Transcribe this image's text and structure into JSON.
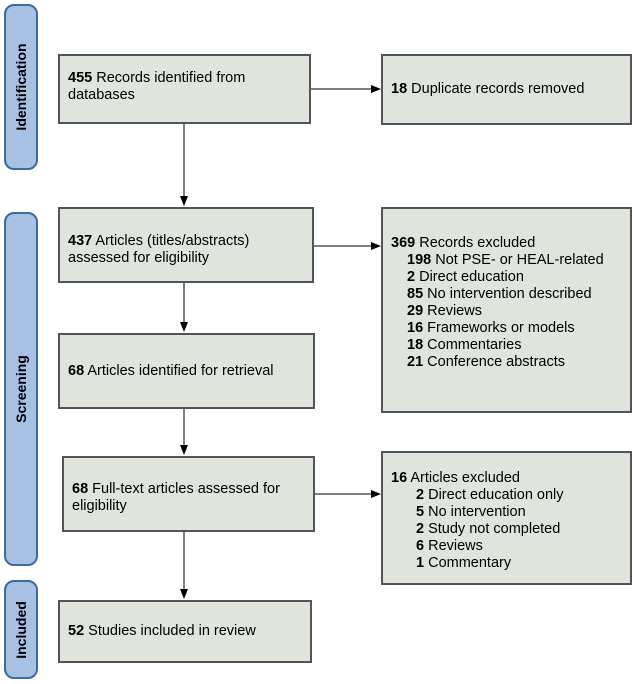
{
  "phases": {
    "identification": "Identification",
    "screening": "Screening",
    "included": "Included"
  },
  "records_identified": {
    "count": "455",
    "text": " Records identified from databases"
  },
  "duplicates_removed": {
    "count": "18",
    "text": " Duplicate records removed"
  },
  "assessed_titles": {
    "count": "437",
    "text": " Articles (titles/abstracts) assessed for eligibility"
  },
  "records_excluded": {
    "count": "369",
    "text": " Records excluded",
    "items": [
      {
        "count": "198",
        "text": " Not PSE- or HEAL-related"
      },
      {
        "count": "2",
        "text": " Direct education"
      },
      {
        "count": "85",
        "text": " No intervention described"
      },
      {
        "count": "29",
        "text": " Reviews"
      },
      {
        "count": "16",
        "text": " Frameworks or models"
      },
      {
        "count": "18",
        "text": " Commentaries"
      },
      {
        "count": "21",
        "text": " Conference abstracts"
      }
    ]
  },
  "identified_retrieval": {
    "count": "68",
    "text": " Articles identified for retrieval"
  },
  "fulltext_assessed": {
    "count": "68",
    "text": " Full-text articles assessed for eligibility"
  },
  "articles_excluded": {
    "count": "16",
    "text": " Articles excluded",
    "items": [
      {
        "count": "2",
        "text": " Direct education only"
      },
      {
        "count": "5",
        "text": " No intervention"
      },
      {
        "count": "2",
        "text": " Study not completed"
      },
      {
        "count": "6",
        "text": " Reviews"
      },
      {
        "count": "1",
        "text": " Commentary"
      }
    ]
  },
  "studies_included": {
    "count": "52",
    "text": " Studies included in review"
  }
}
